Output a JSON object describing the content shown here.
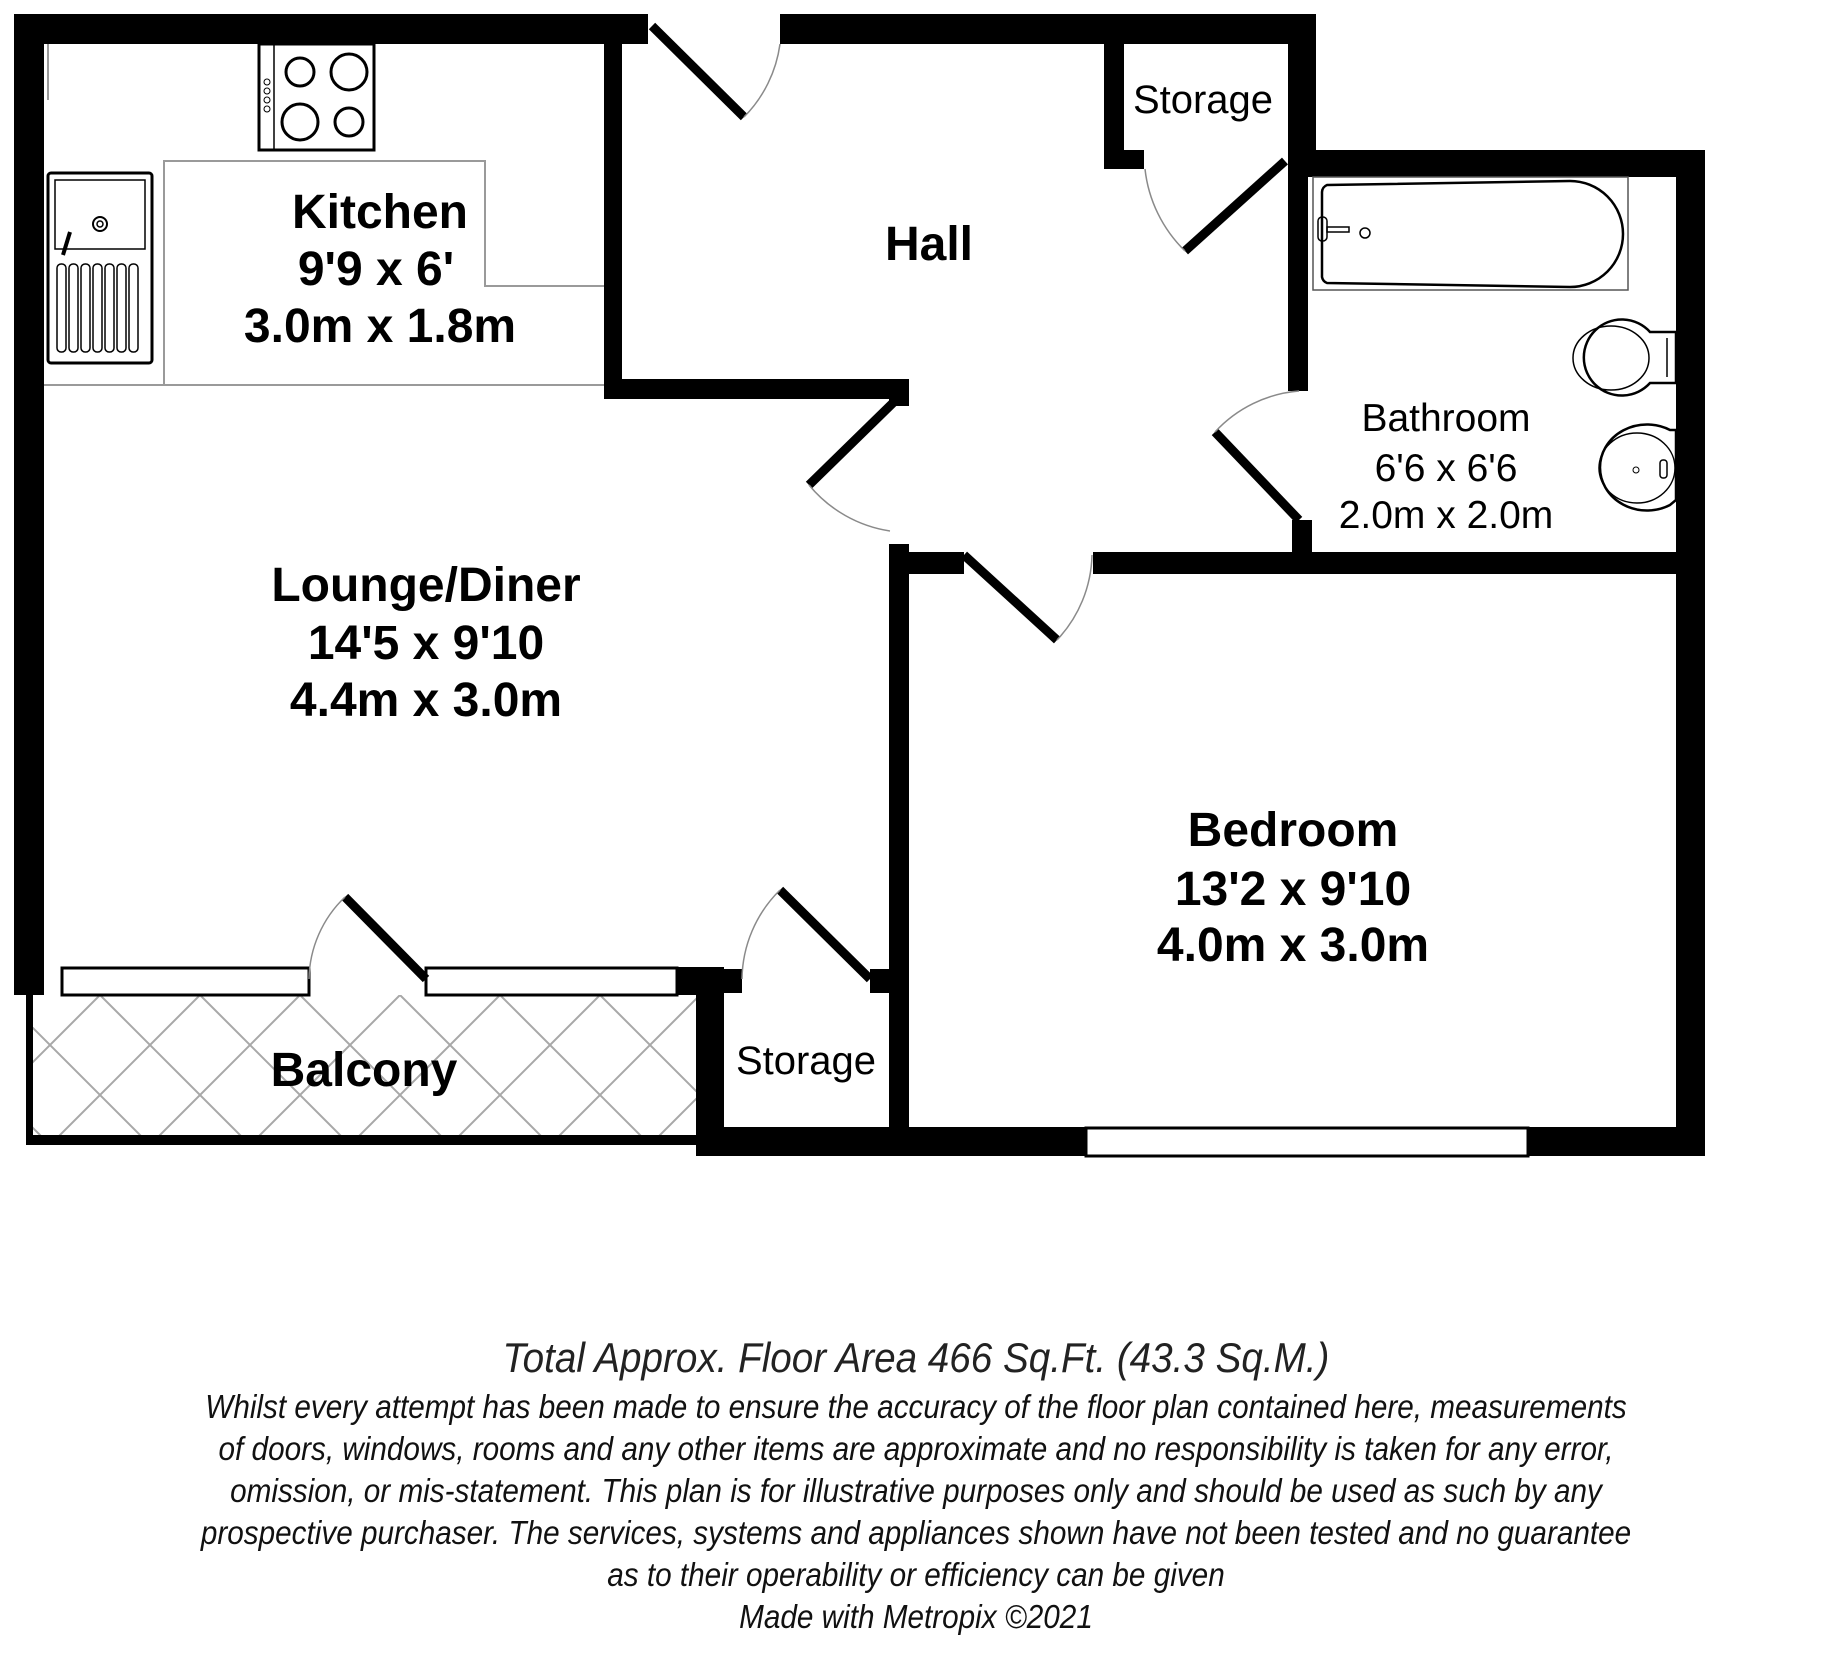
{
  "floorplan": {
    "rooms": {
      "kitchen": {
        "name": "Kitchen",
        "imperial": "9'9 x 6'",
        "metric": "3.0m x 1.8m"
      },
      "hall": {
        "name": "Hall"
      },
      "storage_hall": {
        "name": "Storage"
      },
      "bathroom": {
        "name": "Bathroom",
        "imperial": "6'6 x 6'6",
        "metric": "2.0m x 2.0m"
      },
      "lounge": {
        "name": "Lounge/Diner",
        "imperial": "14'5 x 9'10",
        "metric": "4.4m x 3.0m"
      },
      "bedroom": {
        "name": "Bedroom",
        "imperial": "13'2 x 9'10",
        "metric": "4.0m x 3.0m"
      },
      "balcony": {
        "name": "Balcony"
      },
      "storage_lounge": {
        "name": "Storage"
      }
    },
    "fixtures": [
      "hob-icon",
      "sink-icon",
      "bath-icon",
      "toilet-icon",
      "basin-icon"
    ],
    "colors": {
      "wall": "#000000",
      "fixture_outline": "#9a9a9a",
      "hatch": "#a8a8a8",
      "background": "#ffffff"
    }
  },
  "footer": {
    "total_area": "Total Approx. Floor Area 466 Sq.Ft. (43.3 Sq.M.)",
    "disclaimer_lines": [
      "Whilst every attempt has been made to ensure the accuracy of the floor plan contained here, measurements",
      "of doors, windows, rooms and any other items are approximate and no responsibility is taken for any error,",
      "omission, or mis-statement. This plan is for illustrative purposes only and should be used as such by any",
      "prospective purchaser. The services, systems and appliances shown have not been tested and no guarantee",
      "as to their operability or efficiency can be given"
    ],
    "credit": "Made with Metropix ©2021"
  }
}
